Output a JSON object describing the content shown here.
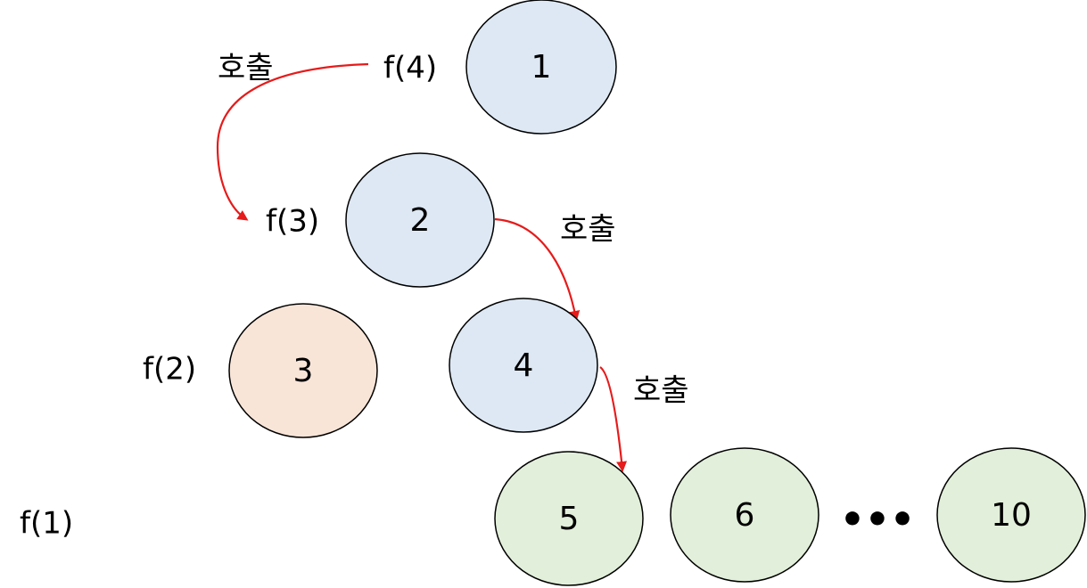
{
  "colors": {
    "blue_node": "#dde8f4",
    "orange_node": "#f9e5d8",
    "green_node": "#e2efda",
    "arrow": "#e61b1b"
  },
  "levels": {
    "f4": "f(4)",
    "f3": "f(3)",
    "f2": "f(2)",
    "f1": "f(1)"
  },
  "nodes": {
    "n1": "1",
    "n2": "2",
    "n3": "3",
    "n4": "4",
    "n5": "5",
    "n6": "6",
    "n10": "10"
  },
  "call_labels": {
    "top": "호출",
    "middle": "호출",
    "bottom": "호출"
  },
  "ellipsis": "•••"
}
